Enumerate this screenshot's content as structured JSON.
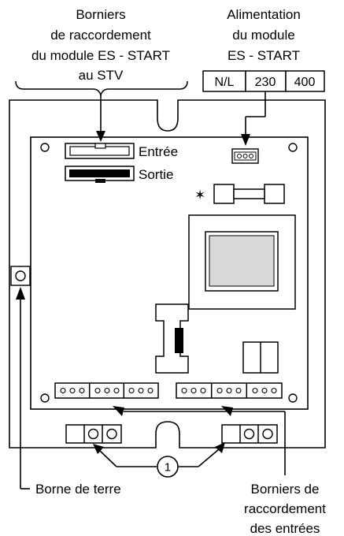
{
  "labels": {
    "top_left": [
      "Borniers",
      "de raccordement",
      "du module ES - START",
      "au STV"
    ],
    "top_right": [
      "Alimentation",
      "du module",
      "ES - START"
    ],
    "voltage_options": [
      "N/L",
      "230",
      "400"
    ],
    "entree": "Entrée",
    "sortie": "Sortie",
    "star": "✶",
    "callout_number": "1",
    "borne_terre": "Borne de terre",
    "bottom_right": [
      "Borniers de",
      "raccordement",
      "des entrées"
    ]
  }
}
